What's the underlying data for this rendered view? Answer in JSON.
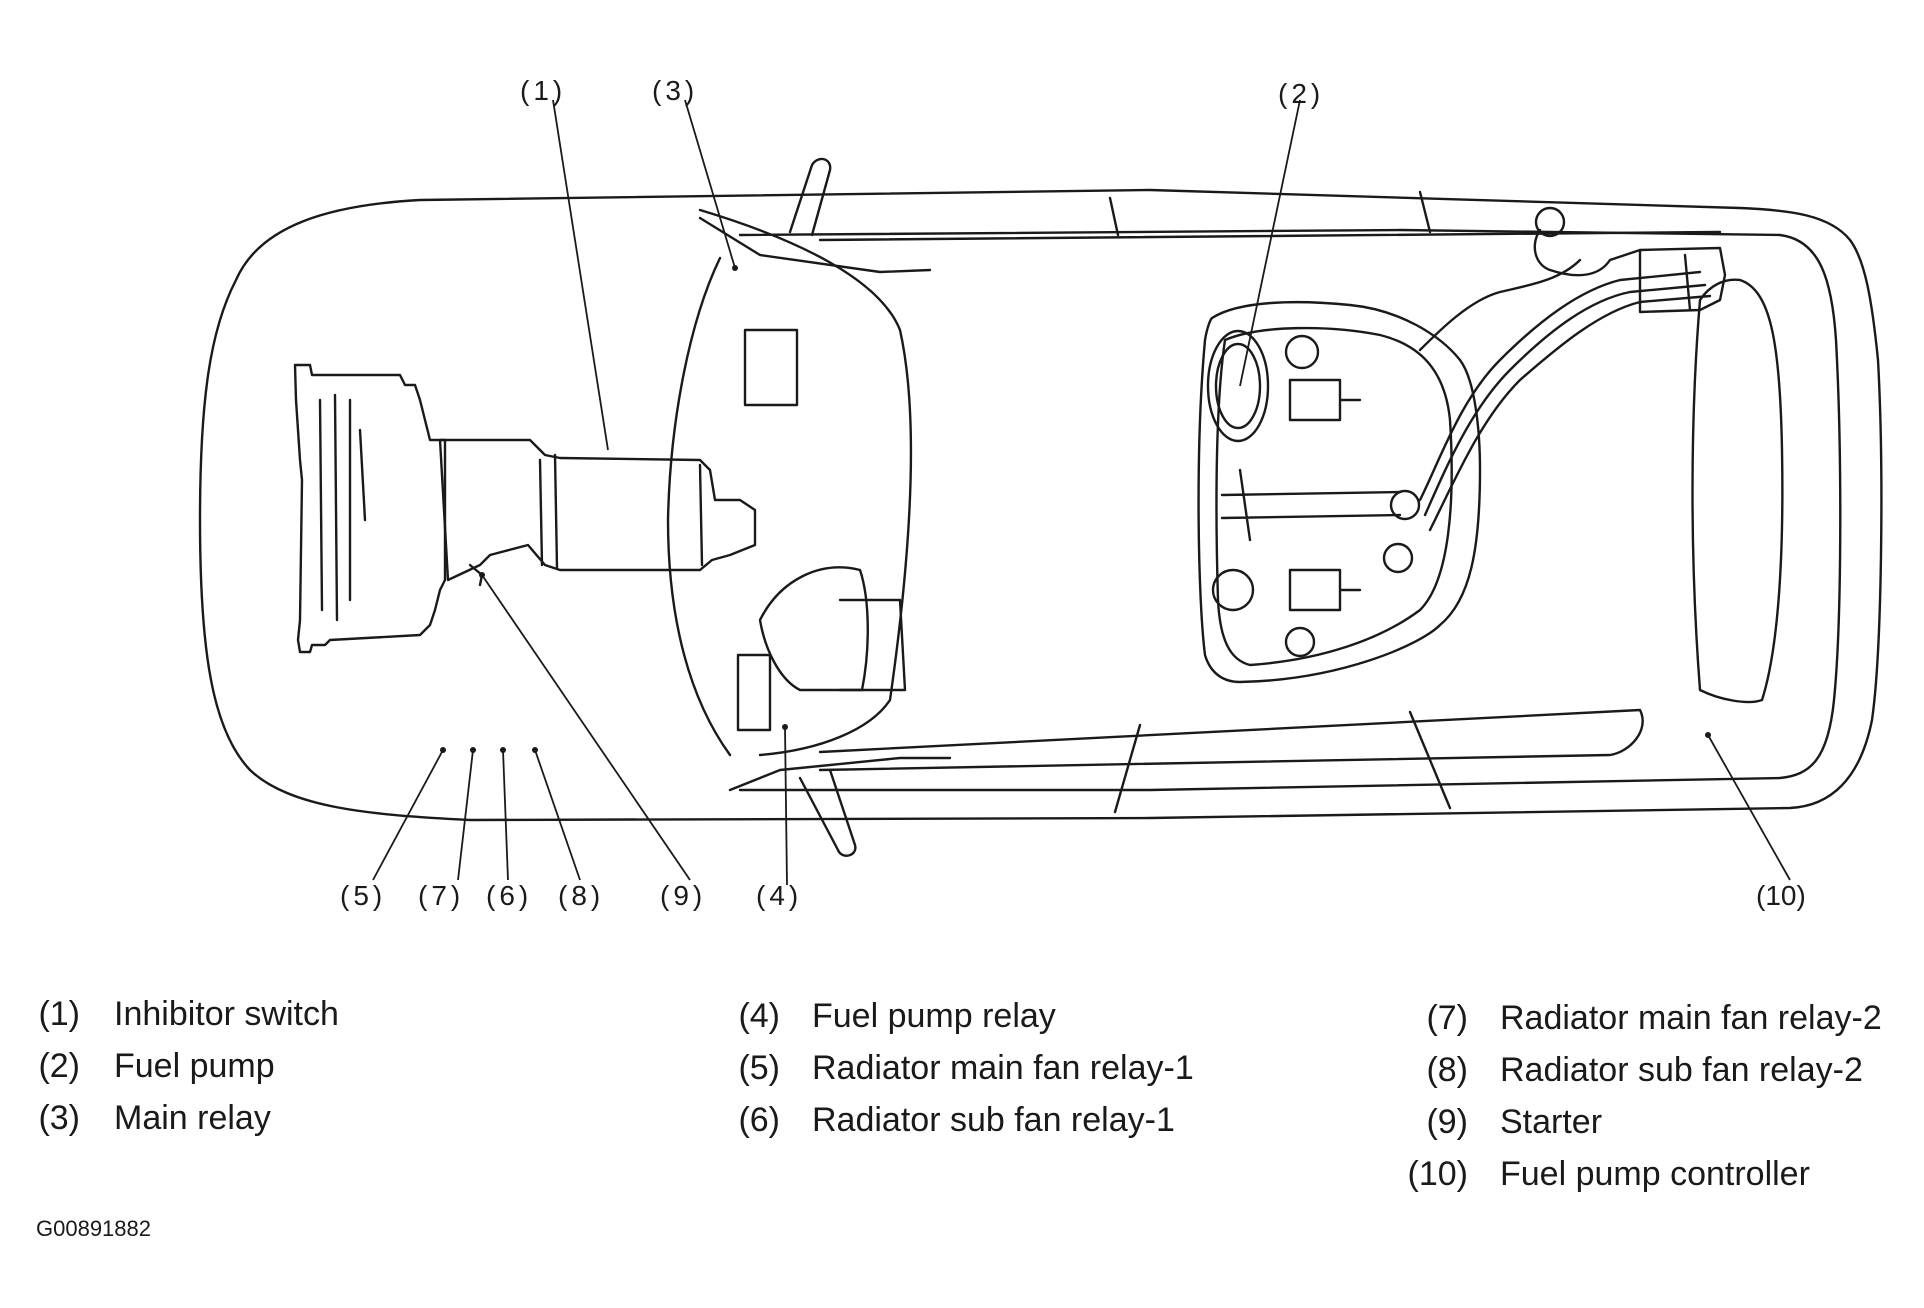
{
  "figure_id": "G00891882",
  "callouts": {
    "c1": "(1)",
    "c2": "(2)",
    "c3": "(3)",
    "c4": "(4)",
    "c5": "(5)",
    "c6": "(6)",
    "c7": "(7)",
    "c8": "(8)",
    "c9": "(9)",
    "c10": "(10)"
  },
  "legend": [
    {
      "num": "(1)",
      "text": "Inhibitor switch"
    },
    {
      "num": "(2)",
      "text": "Fuel pump"
    },
    {
      "num": "(3)",
      "text": "Main relay"
    },
    {
      "num": "(4)",
      "text": "Fuel pump relay"
    },
    {
      "num": "(5)",
      "text": "Radiator main fan relay-1"
    },
    {
      "num": "(6)",
      "text": "Radiator sub fan relay-1"
    },
    {
      "num": "(7)",
      "text": "Radiator main fan relay-2"
    },
    {
      "num": "(8)",
      "text": "Radiator sub fan relay-2"
    },
    {
      "num": "(9)",
      "text": "Starter"
    },
    {
      "num": "(10)",
      "text": "Fuel pump controller"
    }
  ]
}
